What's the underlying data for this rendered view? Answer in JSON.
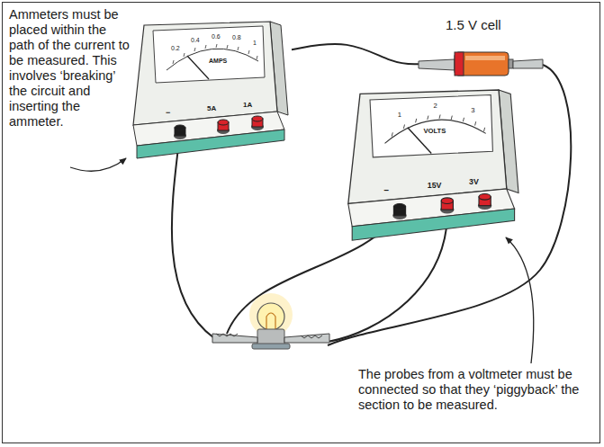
{
  "diagram": {
    "nodes": [
      {
        "text": [
          "0.2",
          "0.4",
          "0.6",
          "0.8",
          "1",
          "AMPS",
          "−",
          "5A",
          "1A"
        ]
      },
      {
        "text": [
          "1.5 V cell"
        ]
      },
      {
        "text": [
          "1",
          "2",
          "3",
          "VOLTS",
          "−",
          "15V",
          "3V"
        ]
      }
    ],
    "edges": [
      {
        "from": 0,
        "to": 1,
        "arrow": "none"
      }
    ],
    "labels": [
      "Ammeters must be placed within the path of the current to be measured. This involves ‘breaking’ the circuit and inserting the ammeter.",
      "The probes from a voltmeter must be connected so that they ‘piggyback’ the section to be measured."
    ]
  }
}
